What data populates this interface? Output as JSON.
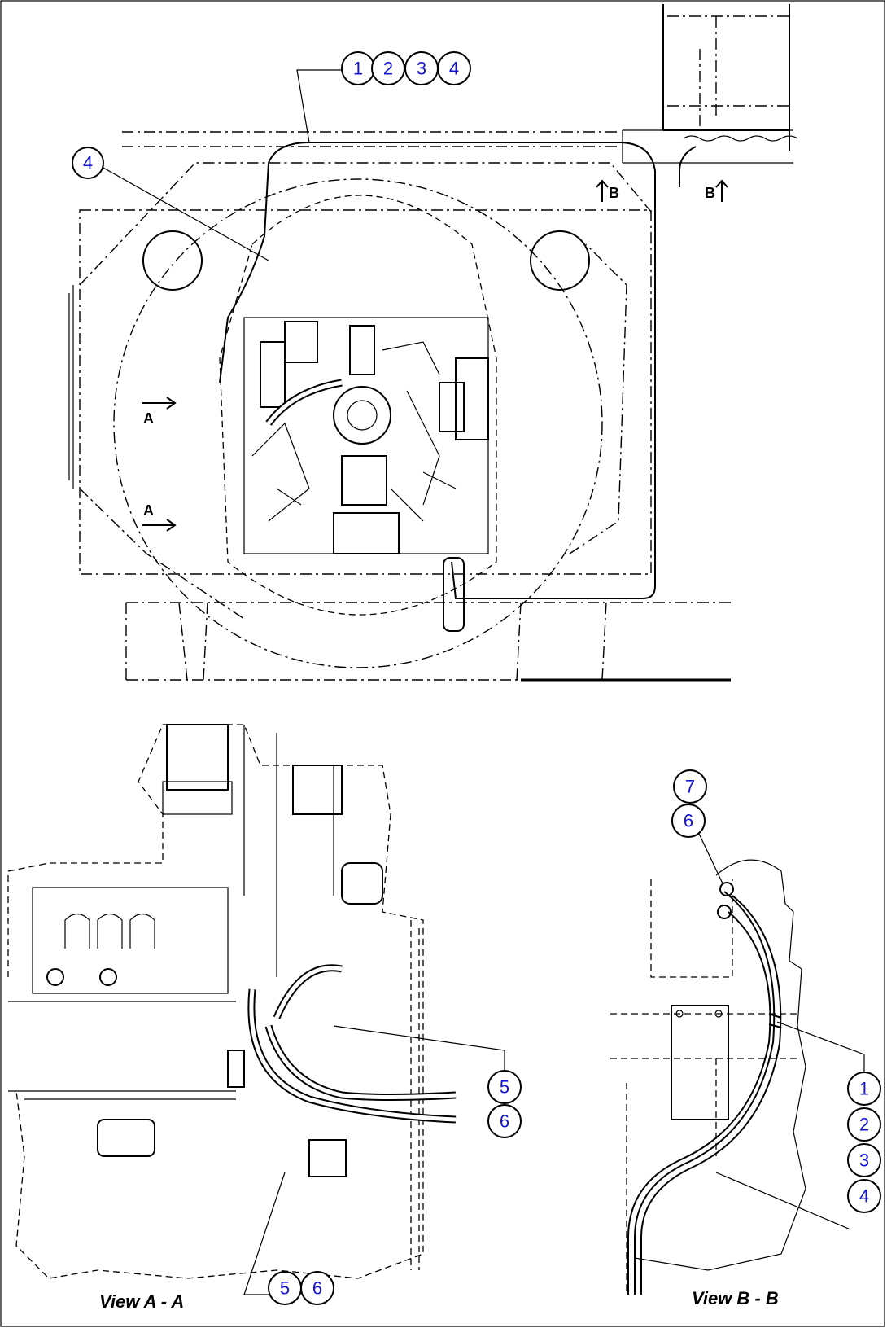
{
  "top_view": {
    "callouts": [
      "1",
      "2",
      "3",
      "4"
    ],
    "callout_left": "4",
    "section_marks": [
      "A",
      "A",
      "B",
      "B"
    ]
  },
  "view_a": {
    "label": "View A - A",
    "callouts_right": [
      "5",
      "6"
    ],
    "callouts_bottom": [
      "5",
      "6"
    ]
  },
  "view_b": {
    "label": "View B - B",
    "callouts_top": [
      "7",
      "6"
    ],
    "callouts_right": [
      "1",
      "2",
      "3",
      "4"
    ]
  },
  "colors": {
    "callout_text": "#1414d2",
    "line": "#000000",
    "background": "#ffffff"
  }
}
